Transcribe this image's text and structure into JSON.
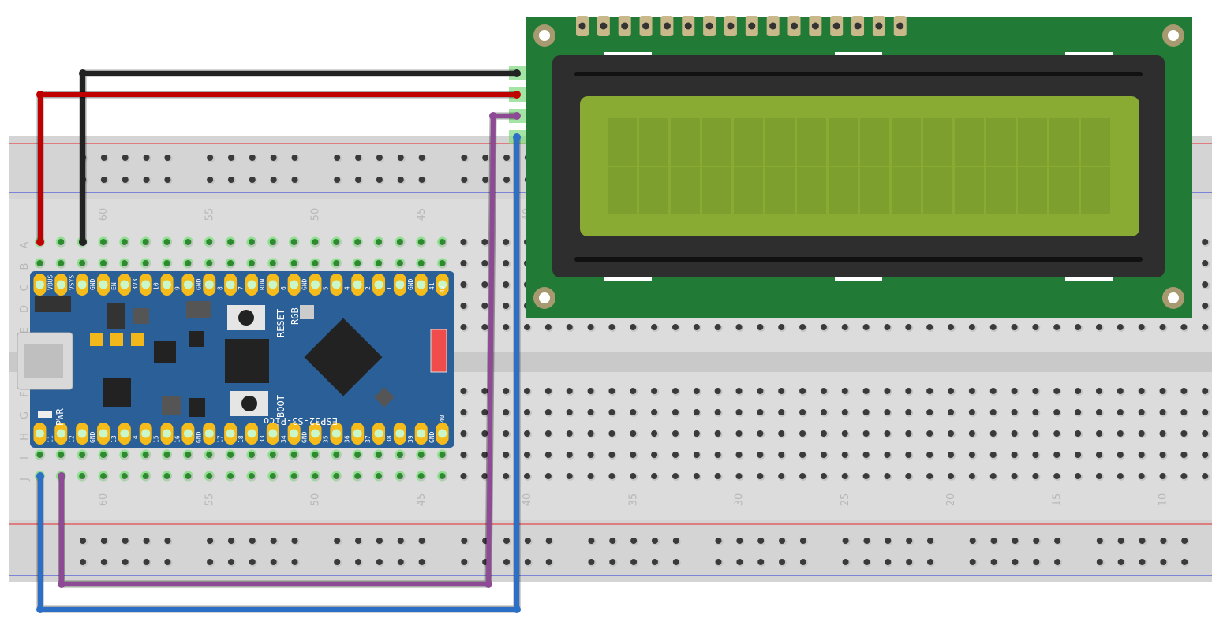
{
  "breadboard": {
    "row_letters_top": [
      "A",
      "B",
      "C",
      "D",
      "E"
    ],
    "row_letters_bottom": [
      "F",
      "G",
      "H",
      "I",
      "J"
    ],
    "column_labels": [
      "60",
      "55",
      "50",
      "45",
      "40",
      "35",
      "30",
      "25",
      "20",
      "15",
      "10"
    ],
    "colors": {
      "body": "#dcdcdc",
      "rail_red": "#e8262b",
      "rail_blue": "#2233dd",
      "hole": "#3a3a3a",
      "active_hole": "#6fd86f"
    }
  },
  "esp32_board": {
    "name": "ESP32-S3-Pico",
    "color": "#2a5f97",
    "top_pins": [
      "VBUS",
      "VSYS",
      "GND",
      "EN",
      "3V3",
      "10",
      "9",
      "GND",
      "8",
      "7",
      "RUN",
      "6",
      "GND",
      "5",
      "4",
      "2",
      "1",
      "GND",
      "41"
    ],
    "top_corner_pin": "42",
    "bottom_pins": [
      "11",
      "12",
      "GND",
      "13",
      "14",
      "15",
      "16",
      "GND",
      "17",
      "18",
      "33",
      "34",
      "GND",
      "35",
      "36",
      "37",
      "38",
      "39",
      "GND"
    ],
    "bottom_corner_pin": "40",
    "reset_label": "RESET",
    "rgb_label": "RGB",
    "boot_label": "BOOT",
    "pwr_label": "PWR"
  },
  "lcd": {
    "type": "16x2 character LCD",
    "board_color": "#217a35",
    "screen_color": "#8aab33",
    "columns": 16,
    "rows": 2
  },
  "wires": [
    {
      "name": "gnd-wire",
      "color": "#222222"
    },
    {
      "name": "power-wire",
      "color": "#c00000"
    },
    {
      "name": "sda-wire",
      "color": "#8e4a95"
    },
    {
      "name": "scl-wire",
      "color": "#2c6fc7"
    }
  ]
}
